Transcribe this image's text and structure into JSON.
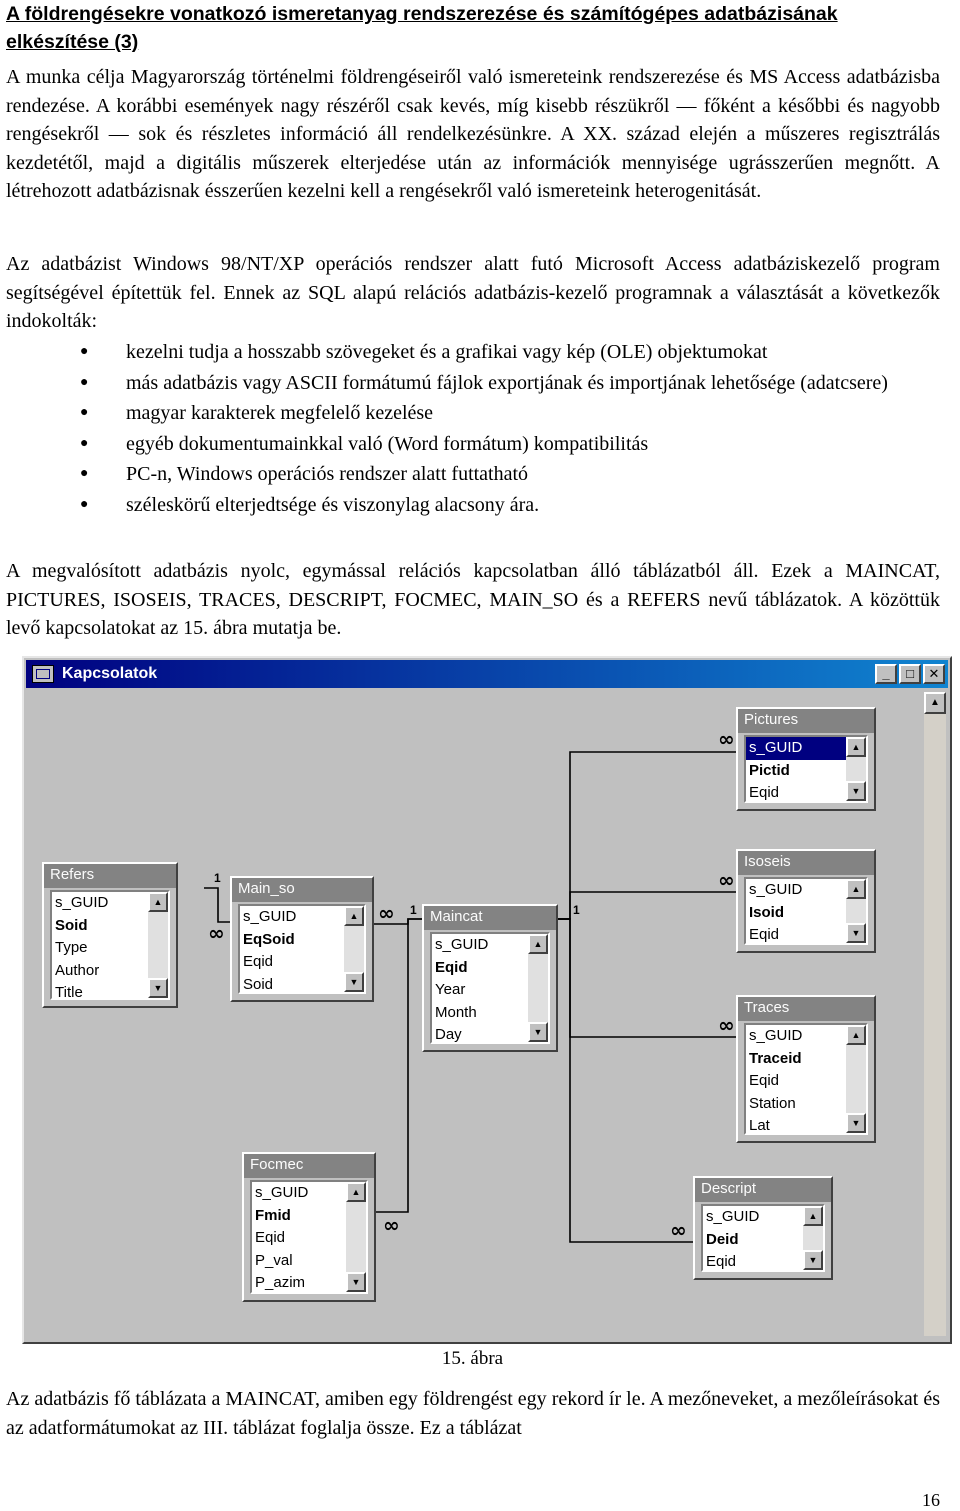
{
  "heading": "A földrengésekre vonatkozó ismeretanyag rendszerezése és számítógépes adatbázisának elkészítése (3)",
  "paragraphs": [
    "A munka célja Magyarország történelmi földrengéseiről való ismereteink rendszerezése és MS Access adatbázisba rendezése. A korábbi események nagy részéről csak kevés, míg kisebb részükről — főként a későbbi és nagyobb rengésekről — sok és részletes információ áll rendelkezésünkre. A XX. század elején a műszeres regisztrálás kezdetétől, majd a digitális műszerek elterjedése után az információk mennyisége ugrásszerűen megnőtt. A létrehozott adatbázisnak ésszerűen kezelni kell a rengésekről való ismereteink heterogenitását.",
    "Az adatbázist Windows 98/NT/XP operációs rendszer alatt futó Microsoft Access adatbáziskezelő program segítségével építettük fel. Ennek az SQL alapú relációs adatbázis-kezelő programnak a választását a következők indokolták:",
    "A megvalósított adatbázis nyolc, egymással relációs kapcsolatban álló táblázatból áll. Ezek a MAINCAT, PICTURES, ISOSEIS, TRACES, DESCRIPT, FOCMEC, MAIN_SO és a REFERS nevű táblázatok. A közöttük levő kapcsolatokat az 15. ábra mutatja be.",
    "Az adatbázis fő táblázata a MAINCAT, amiben egy földrengést egy rekord ír le. A mezőneveket, a mezőleírásokat és az adatformátumokat az III. táblázat foglalja össze. Ez a táblázat"
  ],
  "bullets": [
    "kezelni tudja a hosszabb szövegeket és a grafikai vagy kép (OLE) objektumokat",
    "más adatbázis vagy ASCII formátumú fájlok exportjának és importjának lehetősége (adatcsere)",
    "magyar karakterek megfelelő kezelése",
    "egyéb dokumentumainkkal való (Word formátum) kompatibilitás",
    "PC-n, Windows operációs rendszer alatt futtatható",
    "széleskörű elterjedtsége és viszonylag alacsony ára."
  ],
  "window": {
    "title": "Kapcsolatok",
    "icons": [
      "minimize-icon",
      "maximize-icon",
      "close-icon"
    ]
  },
  "tables": {
    "refers": {
      "name": "Refers",
      "fields": [
        "s_GUID",
        "Soid",
        "Type",
        "Author",
        "Title"
      ]
    },
    "main_so": {
      "name": "Main_so",
      "fields": [
        "s_GUID",
        "EqSoid",
        "Eqid",
        "Soid"
      ]
    },
    "maincat": {
      "name": "Maincat",
      "fields": [
        "s_GUID",
        "Eqid",
        "Year",
        "Month",
        "Day"
      ]
    },
    "pictures": {
      "name": "Pictures",
      "fields": [
        "s_GUID",
        "Pictid",
        "Eqid"
      ]
    },
    "isoseis": {
      "name": "Isoseis",
      "fields": [
        "s_GUID",
        "Isoid",
        "Eqid"
      ]
    },
    "traces": {
      "name": "Traces",
      "fields": [
        "s_GUID",
        "Traceid",
        "Eqid",
        "Station",
        "Lat"
      ]
    },
    "focmec": {
      "name": "Focmec",
      "fields": [
        "s_GUID",
        "Fmid",
        "Eqid",
        "P_val",
        "P_azim"
      ]
    },
    "descript": {
      "name": "Descript",
      "fields": [
        "s_GUID",
        "Deid",
        "Eqid"
      ]
    }
  },
  "relation_labels": {
    "one": "1",
    "many": "∞"
  },
  "caption": "15. ábra",
  "page_number": "16"
}
